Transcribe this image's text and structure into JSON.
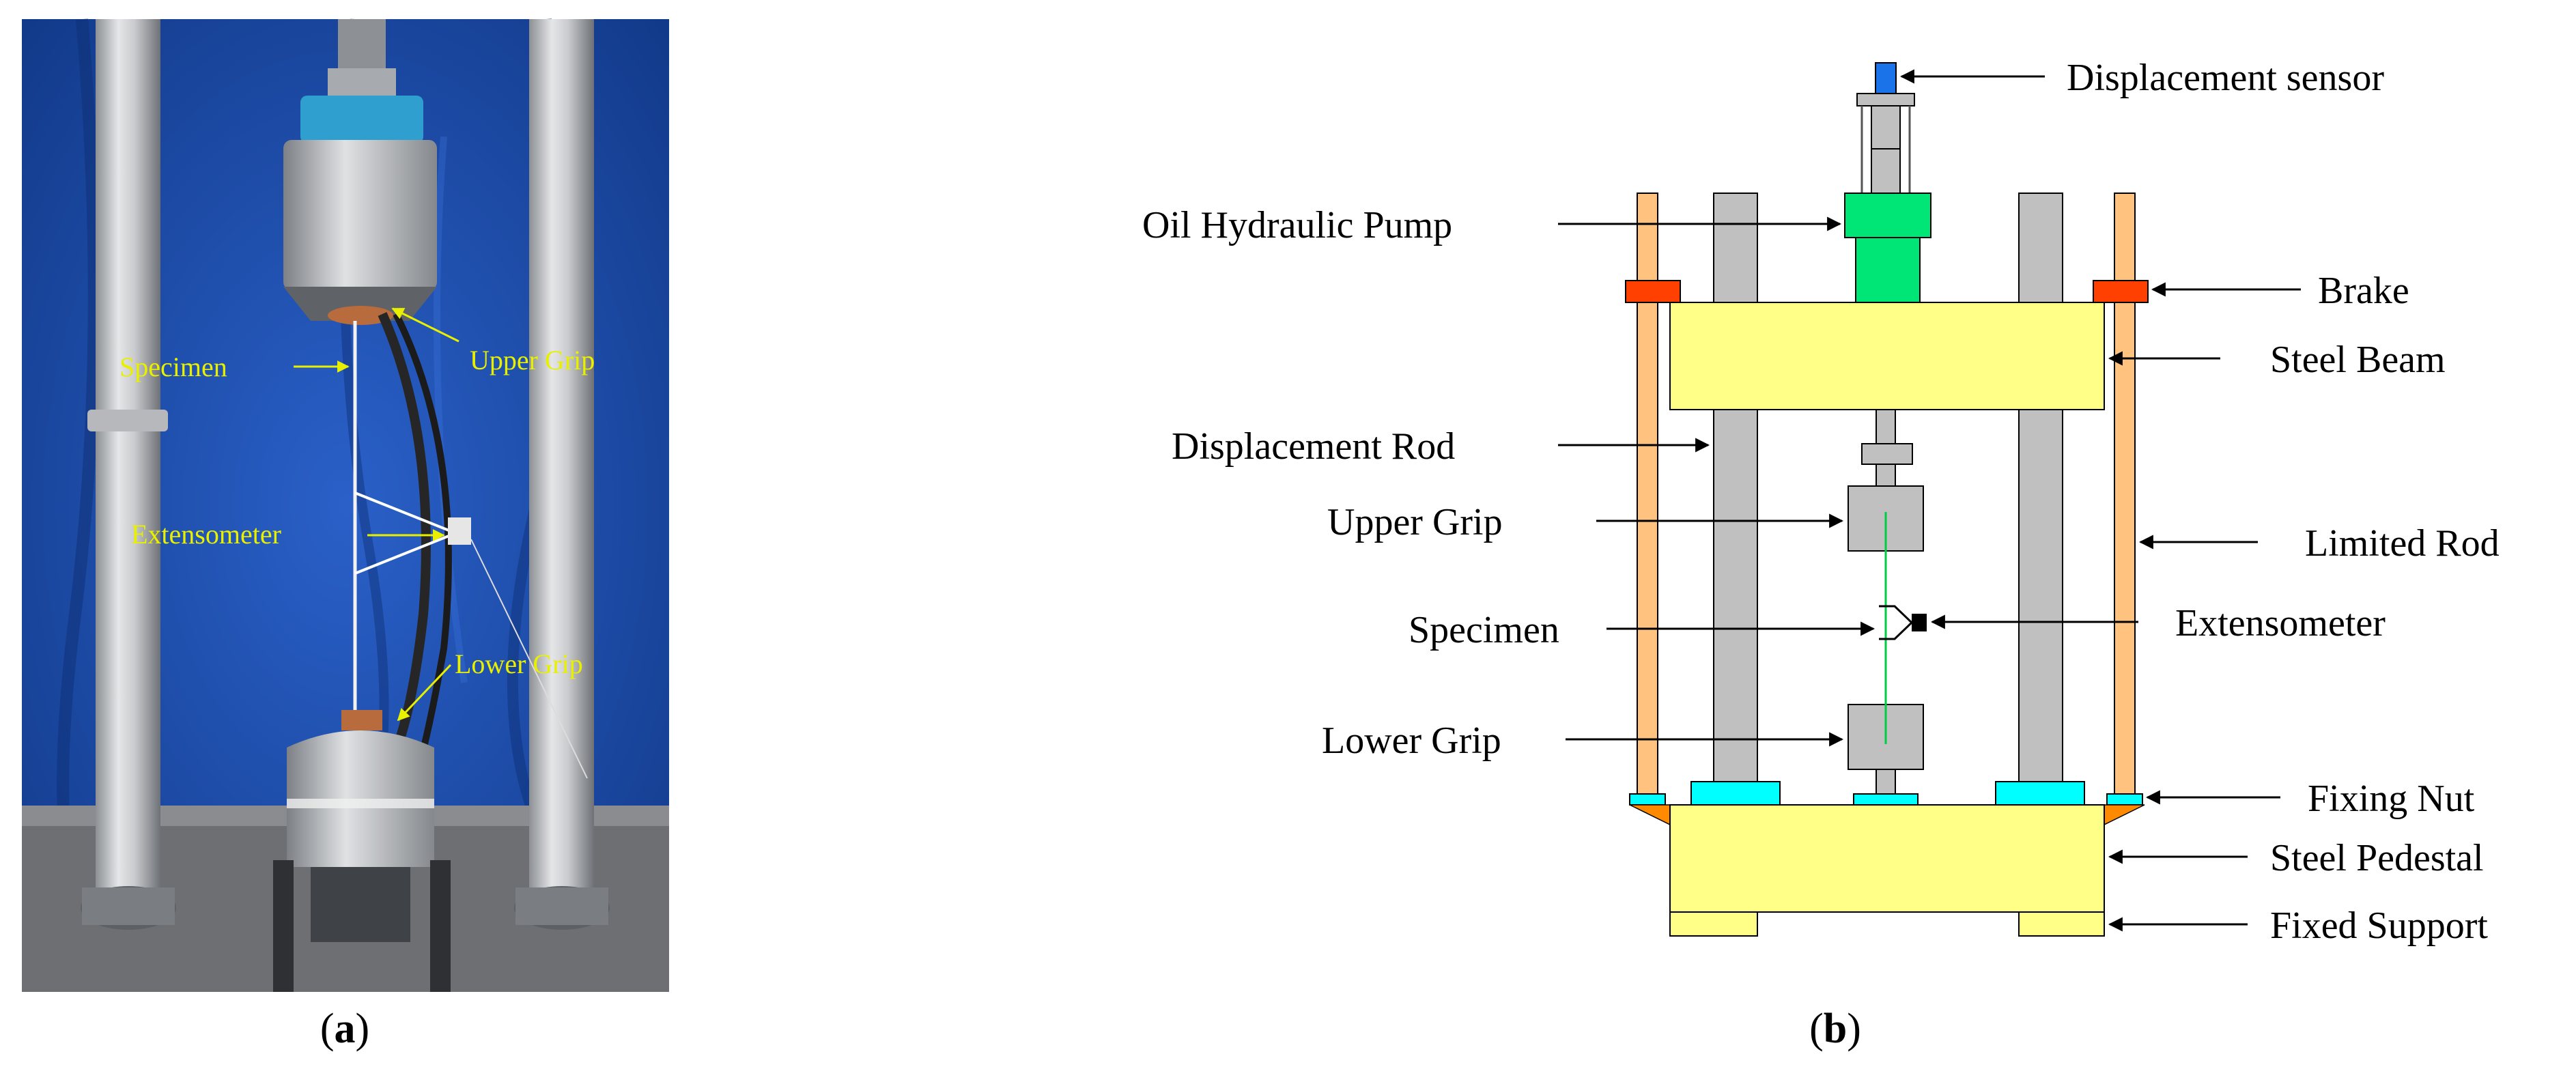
{
  "panel_a": {
    "caption_letter": "a",
    "labels": {
      "specimen": "Specimen",
      "upper_grip": "Upper Grip",
      "extensometer": "Extensometer",
      "lower_grip": "Lower Grip"
    }
  },
  "panel_b": {
    "caption_letter": "b",
    "labels": {
      "displacement_sensor": "Displacement sensor",
      "oil_hydraulic_pump": "Oil Hydraulic Pump",
      "brake": "Brake",
      "steel_beam": "Steel Beam",
      "displacement_rod": "Displacement Rod",
      "upper_grip": "Upper Grip",
      "limited_rod": "Limited Rod",
      "specimen": "Specimen",
      "extensometer": "Extensometer",
      "lower_grip": "Lower Grip",
      "fixing_nut": "Fixing Nut",
      "steel_pedestal": "Steel Pedestal",
      "fixed_support": "Fixed Support"
    }
  },
  "colors": {
    "backdrop_blue": "#1f4fb3",
    "steel_beam_yellow": "#ffff88",
    "limited_rod_orange": "#ffc27f",
    "brake_red": "#ff4000",
    "pump_green": "#00e676",
    "sensor_blue": "#1a73e8",
    "fixing_nut_cyan": "#00ffff",
    "rod_gray": "#c0c0c0",
    "label_yellow": "#e8f000"
  }
}
